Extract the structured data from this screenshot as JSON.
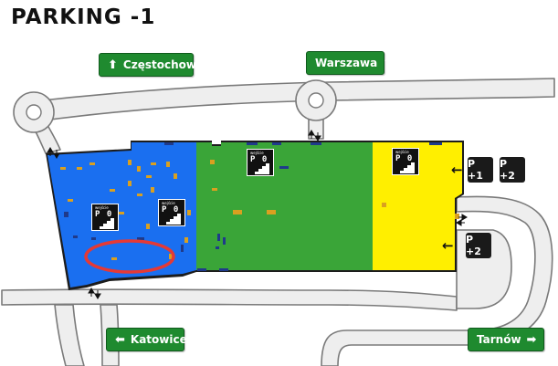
{
  "title": "PARKING -1",
  "signs": {
    "czestochowa": {
      "label": "Częstochowa",
      "arrow": "⬆"
    },
    "warszawa": {
      "label": "Warszawa",
      "arrow": "⬆"
    },
    "katowice": {
      "label": "Katowice",
      "arrow": "⬅"
    },
    "tarnow": {
      "label": "Tarnów",
      "arrow": "➡"
    }
  },
  "level_badges": [
    "P +1",
    "P +2",
    "P +2"
  ],
  "exits": {
    "label": "wejście",
    "level": "P 0"
  },
  "zones": {
    "blue": "#1a6ff0",
    "green": "#3aa538",
    "yellow": "#ffef00"
  },
  "colors": {
    "sign_green": "#1f8a2f",
    "road_fill": "#eeeeee",
    "road_edge": "#7a7a7a",
    "highlight": "#e53935"
  },
  "icons": [
    "up-arrow-icon",
    "left-arrow-icon",
    "right-arrow-icon",
    "stairs-icon",
    "two-way-arrow-icon",
    "entry-arrow-icon"
  ]
}
